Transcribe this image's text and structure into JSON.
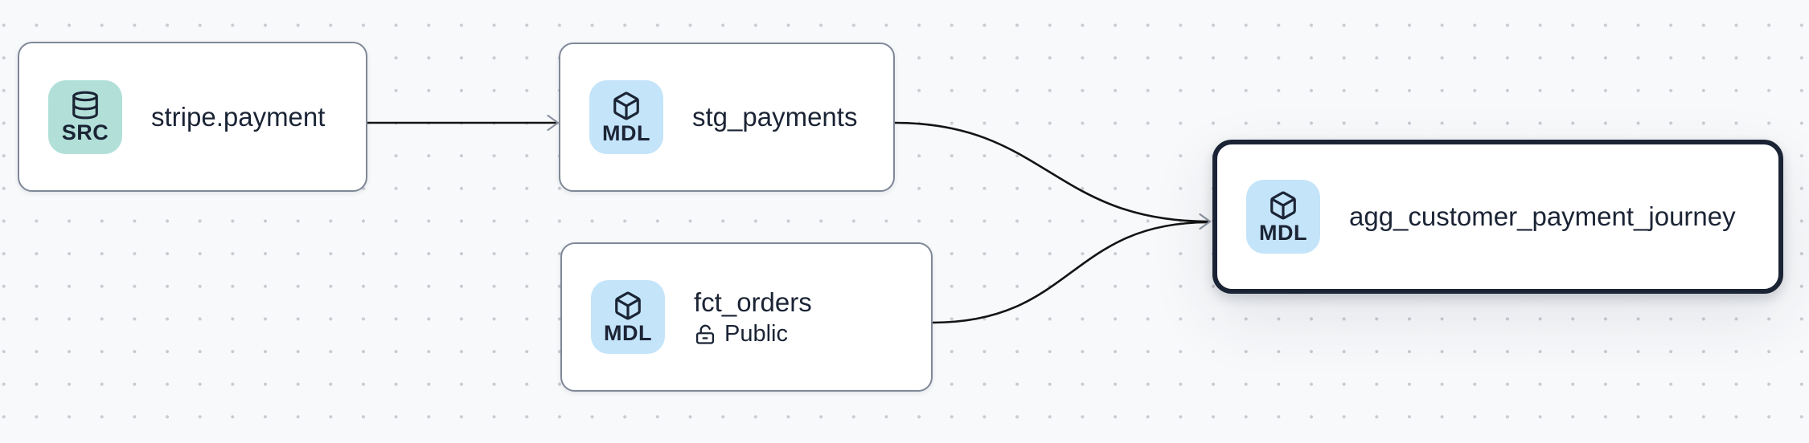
{
  "app": {
    "view": "lineage-graph"
  },
  "nodes": [
    {
      "id": "stripe.payment",
      "title": "stripe.payment",
      "badge": "SRC",
      "icon": "database-icon",
      "selected": false
    },
    {
      "id": "stg_payments",
      "title": "stg_payments",
      "badge": "MDL",
      "icon": "box-icon",
      "selected": false
    },
    {
      "id": "fct_orders",
      "title": "fct_orders",
      "badge": "MDL",
      "icon": "box-icon",
      "access": "Public",
      "selected": false
    },
    {
      "id": "agg_customer_payment_journey",
      "title": "agg_customer_payment_journey",
      "badge": "MDL",
      "icon": "box-icon",
      "selected": true
    }
  ],
  "edges": [
    {
      "from": "stripe.payment",
      "to": "stg_payments"
    },
    {
      "from": "stg_payments",
      "to": "agg_customer_payment_journey"
    },
    {
      "from": "fct_orders",
      "to": "agg_customer_payment_journey"
    }
  ],
  "colors": {
    "canvas_bg": "#f8f9fb",
    "grid_dot": "#c9ccd3",
    "node_bg": "#ffffff",
    "node_border": "#7f8897",
    "selected_node_border": "#1b2435",
    "text": "#1b2435",
    "src_badge_bg": "#b2e0d9",
    "mdl_badge_bg": "#c4e4f9",
    "edge_line": "#141414",
    "arrowhead": "#8b93a1"
  }
}
